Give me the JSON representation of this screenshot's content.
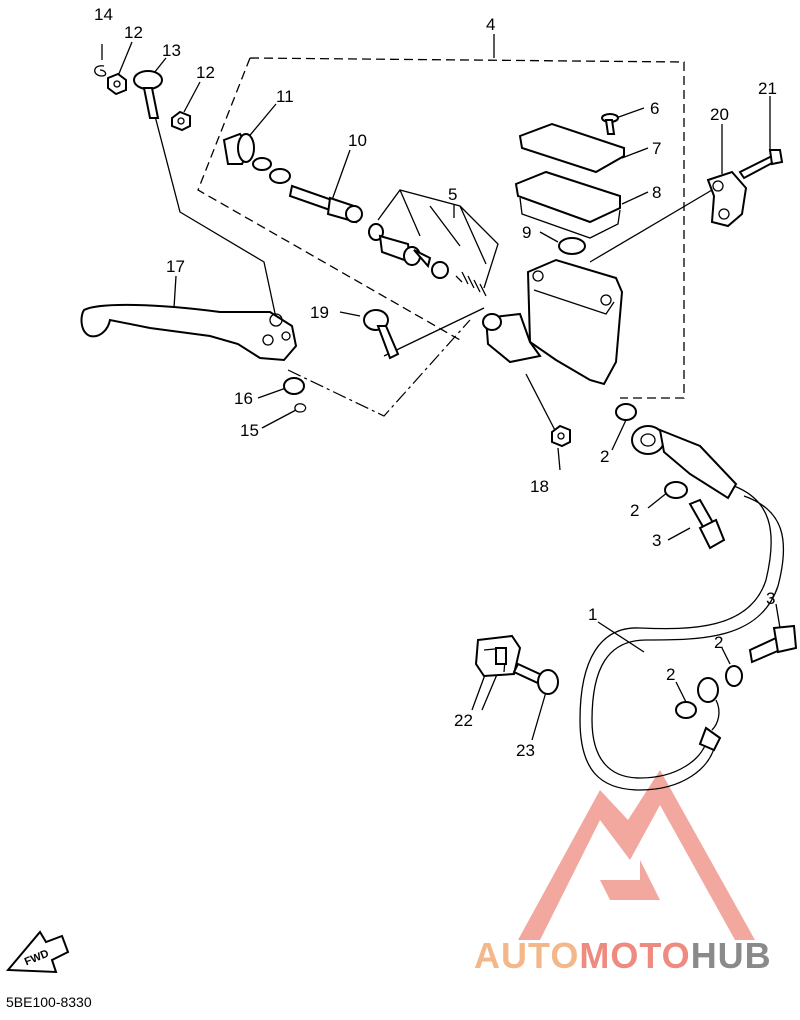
{
  "diagram": {
    "code": "5BE100-8330",
    "fwd_label": "FWD",
    "callouts": {
      "c1": "1",
      "c2a": "2",
      "c2b": "2",
      "c2c": "2",
      "c2d": "2",
      "c3a": "3",
      "c3b": "3",
      "c4": "4",
      "c5": "5",
      "c6": "6",
      "c7": "7",
      "c8": "8",
      "c9": "9",
      "c10": "10",
      "c11": "11",
      "c12a": "12",
      "c12b": "12",
      "c13": "13",
      "c14": "14",
      "c15": "15",
      "c16": "16",
      "c17": "17",
      "c18": "18",
      "c19": "19",
      "c20": "20",
      "c21": "21",
      "c22": "22",
      "c23": "23"
    }
  },
  "watermark": {
    "part1": "AUTO",
    "part2": "MOTO",
    "part3": "HUB",
    "colors": {
      "orange": "#f3b78a",
      "red": "#ee8a80",
      "gray": "#8a8a8a"
    }
  }
}
